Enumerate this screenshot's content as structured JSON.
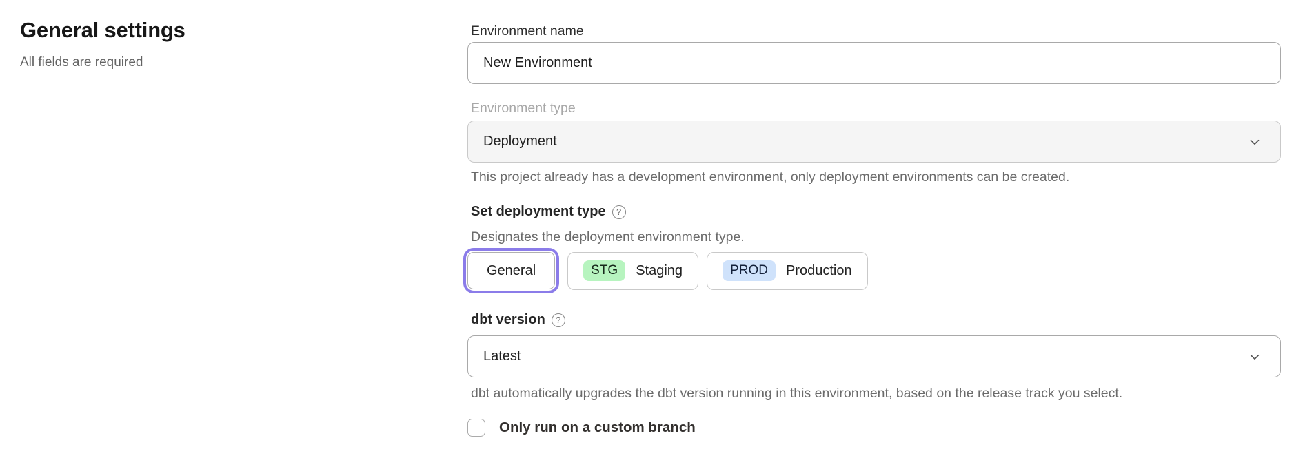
{
  "page": {
    "title": "General settings",
    "subtitle": "All fields are required"
  },
  "form": {
    "environment_name": {
      "label": "Environment name",
      "value": "New Environment"
    },
    "environment_type": {
      "label": "Environment type",
      "value": "Deployment",
      "helper": "This project already has a development environment, only deployment environments can be created."
    },
    "deployment_type": {
      "label": "Set deployment type",
      "helper": "Designates the deployment environment type.",
      "options": [
        {
          "label": "General",
          "selected": true
        },
        {
          "badge": "STG",
          "label": "Staging",
          "badge_color": "#b7f4bf"
        },
        {
          "badge": "PROD",
          "label": "Production",
          "badge_color": "#cfe2fb"
        }
      ]
    },
    "dbt_version": {
      "label": "dbt version",
      "value": "Latest",
      "helper": "dbt automatically upgrades the dbt version running in this environment, based on the release track you select."
    },
    "custom_branch": {
      "label": "Only run on a custom branch",
      "checked": false
    }
  },
  "icons": {
    "help_glyph": "?"
  },
  "colors": {
    "accent_purple": "#8b7ce9",
    "badge_green": "#b7f4bf",
    "badge_blue": "#cfe2fb",
    "disabled_field_bg": "#f5f5f5"
  }
}
